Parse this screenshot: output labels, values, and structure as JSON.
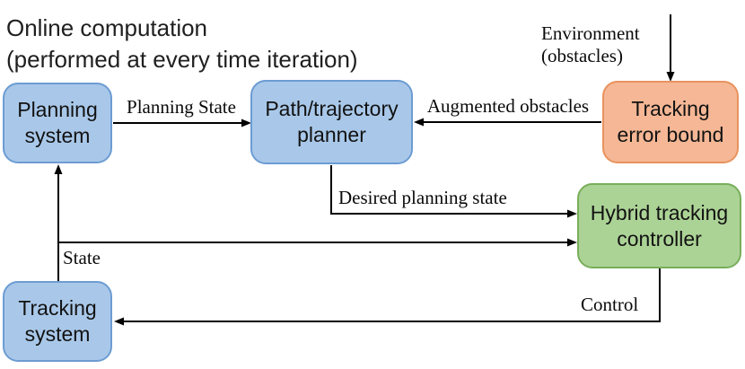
{
  "title": {
    "text": "Online computation\n(performed at every time iteration)"
  },
  "nodes": {
    "planning_system": {
      "label": "Planning\nsystem"
    },
    "path_planner": {
      "label": "Path/trajectory\nplanner"
    },
    "tracking_error_bound": {
      "label": "Tracking\nerror bound"
    },
    "hybrid_controller": {
      "label": "Hybrid tracking\ncontroller"
    },
    "tracking_system": {
      "label": "Tracking\nsystem"
    }
  },
  "edges": {
    "planning_state": {
      "label": "Planning State"
    },
    "augmented_obstacles": {
      "label": "Augmented obstacles"
    },
    "environment": {
      "label": "Environment\n(obstacles)"
    },
    "desired_planning_state": {
      "label": "Desired planning state"
    },
    "state": {
      "label": "State"
    },
    "control": {
      "label": "Control"
    }
  },
  "colors": {
    "node_blue_fill": "#a9c8e9",
    "node_blue_border": "#6c9cd2",
    "node_orange_fill": "#f5b795",
    "node_orange_border": "#e8935f",
    "node_green_fill": "#acd396",
    "node_green_border": "#78ae5a",
    "connector": "#000000",
    "background": "#ffffff"
  }
}
